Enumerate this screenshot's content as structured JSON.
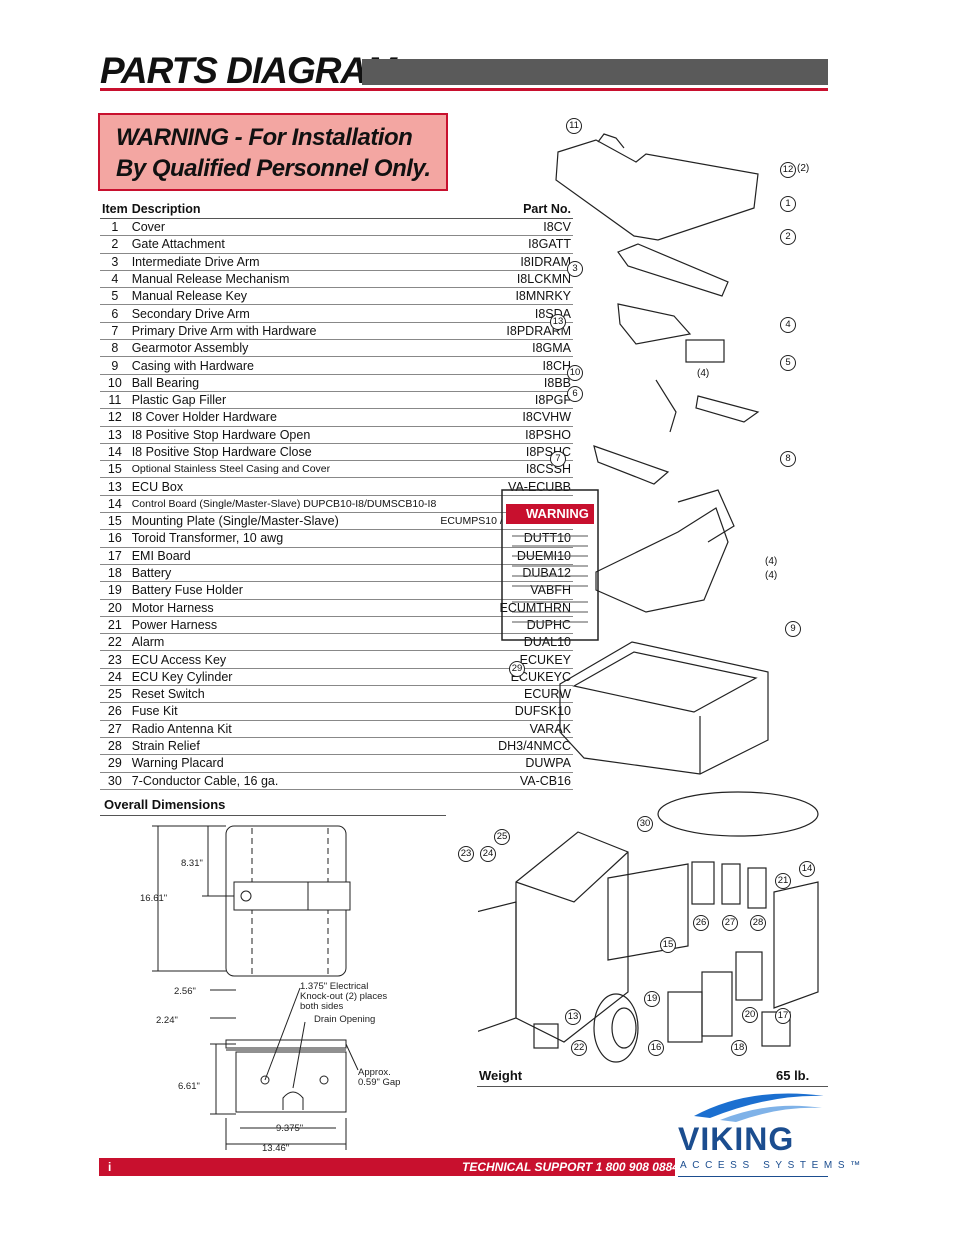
{
  "header": {
    "title": "PARTS DIAGRAM"
  },
  "warning": {
    "line1": "WARNING - For Installation",
    "line2": "By Qualified Personnel Only."
  },
  "table": {
    "headers": {
      "item": "Item",
      "description": "Description",
      "part_no": "Part No."
    },
    "rows": [
      {
        "item": "1",
        "description": "Cover",
        "part": "I8CV"
      },
      {
        "item": "2",
        "description": "Gate Attachment",
        "part": "I8GATT"
      },
      {
        "item": "3",
        "description": "Intermediate Drive Arm",
        "part": "I8IDRAM"
      },
      {
        "item": "4",
        "description": "Manual Release Mechanism",
        "part": "I8LCKMN"
      },
      {
        "item": "5",
        "description": "Manual Release Key",
        "part": "I8MNRKY"
      },
      {
        "item": "6",
        "description": "Secondary Drive Arm",
        "part": "I8SDA"
      },
      {
        "item": "7",
        "description": "Primary Drive Arm with Hardware",
        "part": "I8PDRARM"
      },
      {
        "item": "8",
        "description": "Gearmotor Assembly",
        "part": "I8GMA"
      },
      {
        "item": "9",
        "description": "Casing with Hardware",
        "part": "I8CH"
      },
      {
        "item": "10",
        "description": "Ball Bearing",
        "part": "I8BB"
      },
      {
        "item": "11",
        "description": "Plastic Gap Filler",
        "part": "I8PGF"
      },
      {
        "item": "12",
        "description": "I8 Cover Holder Hardware",
        "part": "I8CVHW"
      },
      {
        "item": "13",
        "description": "I8 Positive Stop Hardware Open",
        "part": "I8PSHO"
      },
      {
        "item": "14",
        "description": "I8 Positive Stop Hardware Close",
        "part": "I8PSHC"
      },
      {
        "item": "15",
        "description": "Optional Stainless Steel Casing and Cover",
        "part": "I8CSSH"
      },
      {
        "item": "13",
        "description": "ECU Box",
        "part": "VA-ECUBB"
      },
      {
        "item": "14",
        "description": "Control Board (Single/Master-Slave) DUPCB10-I8/DUMSCB10-I8",
        "part": ""
      },
      {
        "item": "15",
        "description": "Mounting Plate (Single/Master-Slave)",
        "part": "ECUMPS10 / ECUMPMS10"
      },
      {
        "item": "16",
        "description": "Toroid Transformer, 10 awg",
        "part": "DUTT10"
      },
      {
        "item": "17",
        "description": "EMI Board",
        "part": "DUEMI10"
      },
      {
        "item": "18",
        "description": "Battery",
        "part": "DUBA12"
      },
      {
        "item": "19",
        "description": "Battery Fuse Holder",
        "part": "VABFH"
      },
      {
        "item": "20",
        "description": "Motor  Harness",
        "part": "ECUMTHRN"
      },
      {
        "item": "21",
        "description": "Power Harness",
        "part": "DUPHC"
      },
      {
        "item": "22",
        "description": "Alarm",
        "part": "DUAL10"
      },
      {
        "item": "23",
        "description": "ECU Access Key",
        "part": "ECUKEY"
      },
      {
        "item": "24",
        "description": "ECU Key Cylinder",
        "part": "ECUKEYC"
      },
      {
        "item": "25",
        "description": "Reset Switch",
        "part": "ECURW"
      },
      {
        "item": "26",
        "description": "Fuse Kit",
        "part": "DUFSK10"
      },
      {
        "item": "27",
        "description": "Radio Antenna Kit",
        "part": "VARAK"
      },
      {
        "item": "28",
        "description": "Strain Relief",
        "part": "DH3/4NMCC"
      },
      {
        "item": "29",
        "description": "Warning Placard",
        "part": "DUWPA"
      },
      {
        "item": "30",
        "description": "7-Conductor Cable, 16 ga.",
        "part": "VA-CB16"
      }
    ]
  },
  "dimensions": {
    "title": "Overall Dimensions",
    "d1": "8.31\"",
    "d2": "16.61\"",
    "d3": "2.56\"",
    "d4": "2.24\"",
    "d5": "6.61\"",
    "d6": "9.375\"",
    "d7": "13.46\"",
    "knockout": "1.375\" Electrical",
    "knockout2": "Knock-out (2) places",
    "knockout3": "both sides",
    "drain": "Drain Opening",
    "gap1": "Approx.",
    "gap2": "0.59\" Gap"
  },
  "diagram": {
    "placard_text": "WARNING",
    "qty_2": "(2)",
    "qty_4": "(4)"
  },
  "weight": {
    "label": "Weight",
    "value": "65 lb."
  },
  "footer": {
    "page": "i",
    "support": "TECHNICAL SUPPORT 1 800 908 0884",
    "logo": "VIKING",
    "logo_sub": "ACCESS SYSTEMS™"
  },
  "callouts": [
    "11",
    "12",
    "1",
    "2",
    "3",
    "13",
    "4",
    "10",
    "5",
    "6",
    "7",
    "8",
    "9",
    "29",
    "30",
    "25",
    "23",
    "24",
    "14",
    "21",
    "26",
    "27",
    "28",
    "15",
    "13",
    "19",
    "20",
    "17",
    "22",
    "16",
    "18"
  ]
}
